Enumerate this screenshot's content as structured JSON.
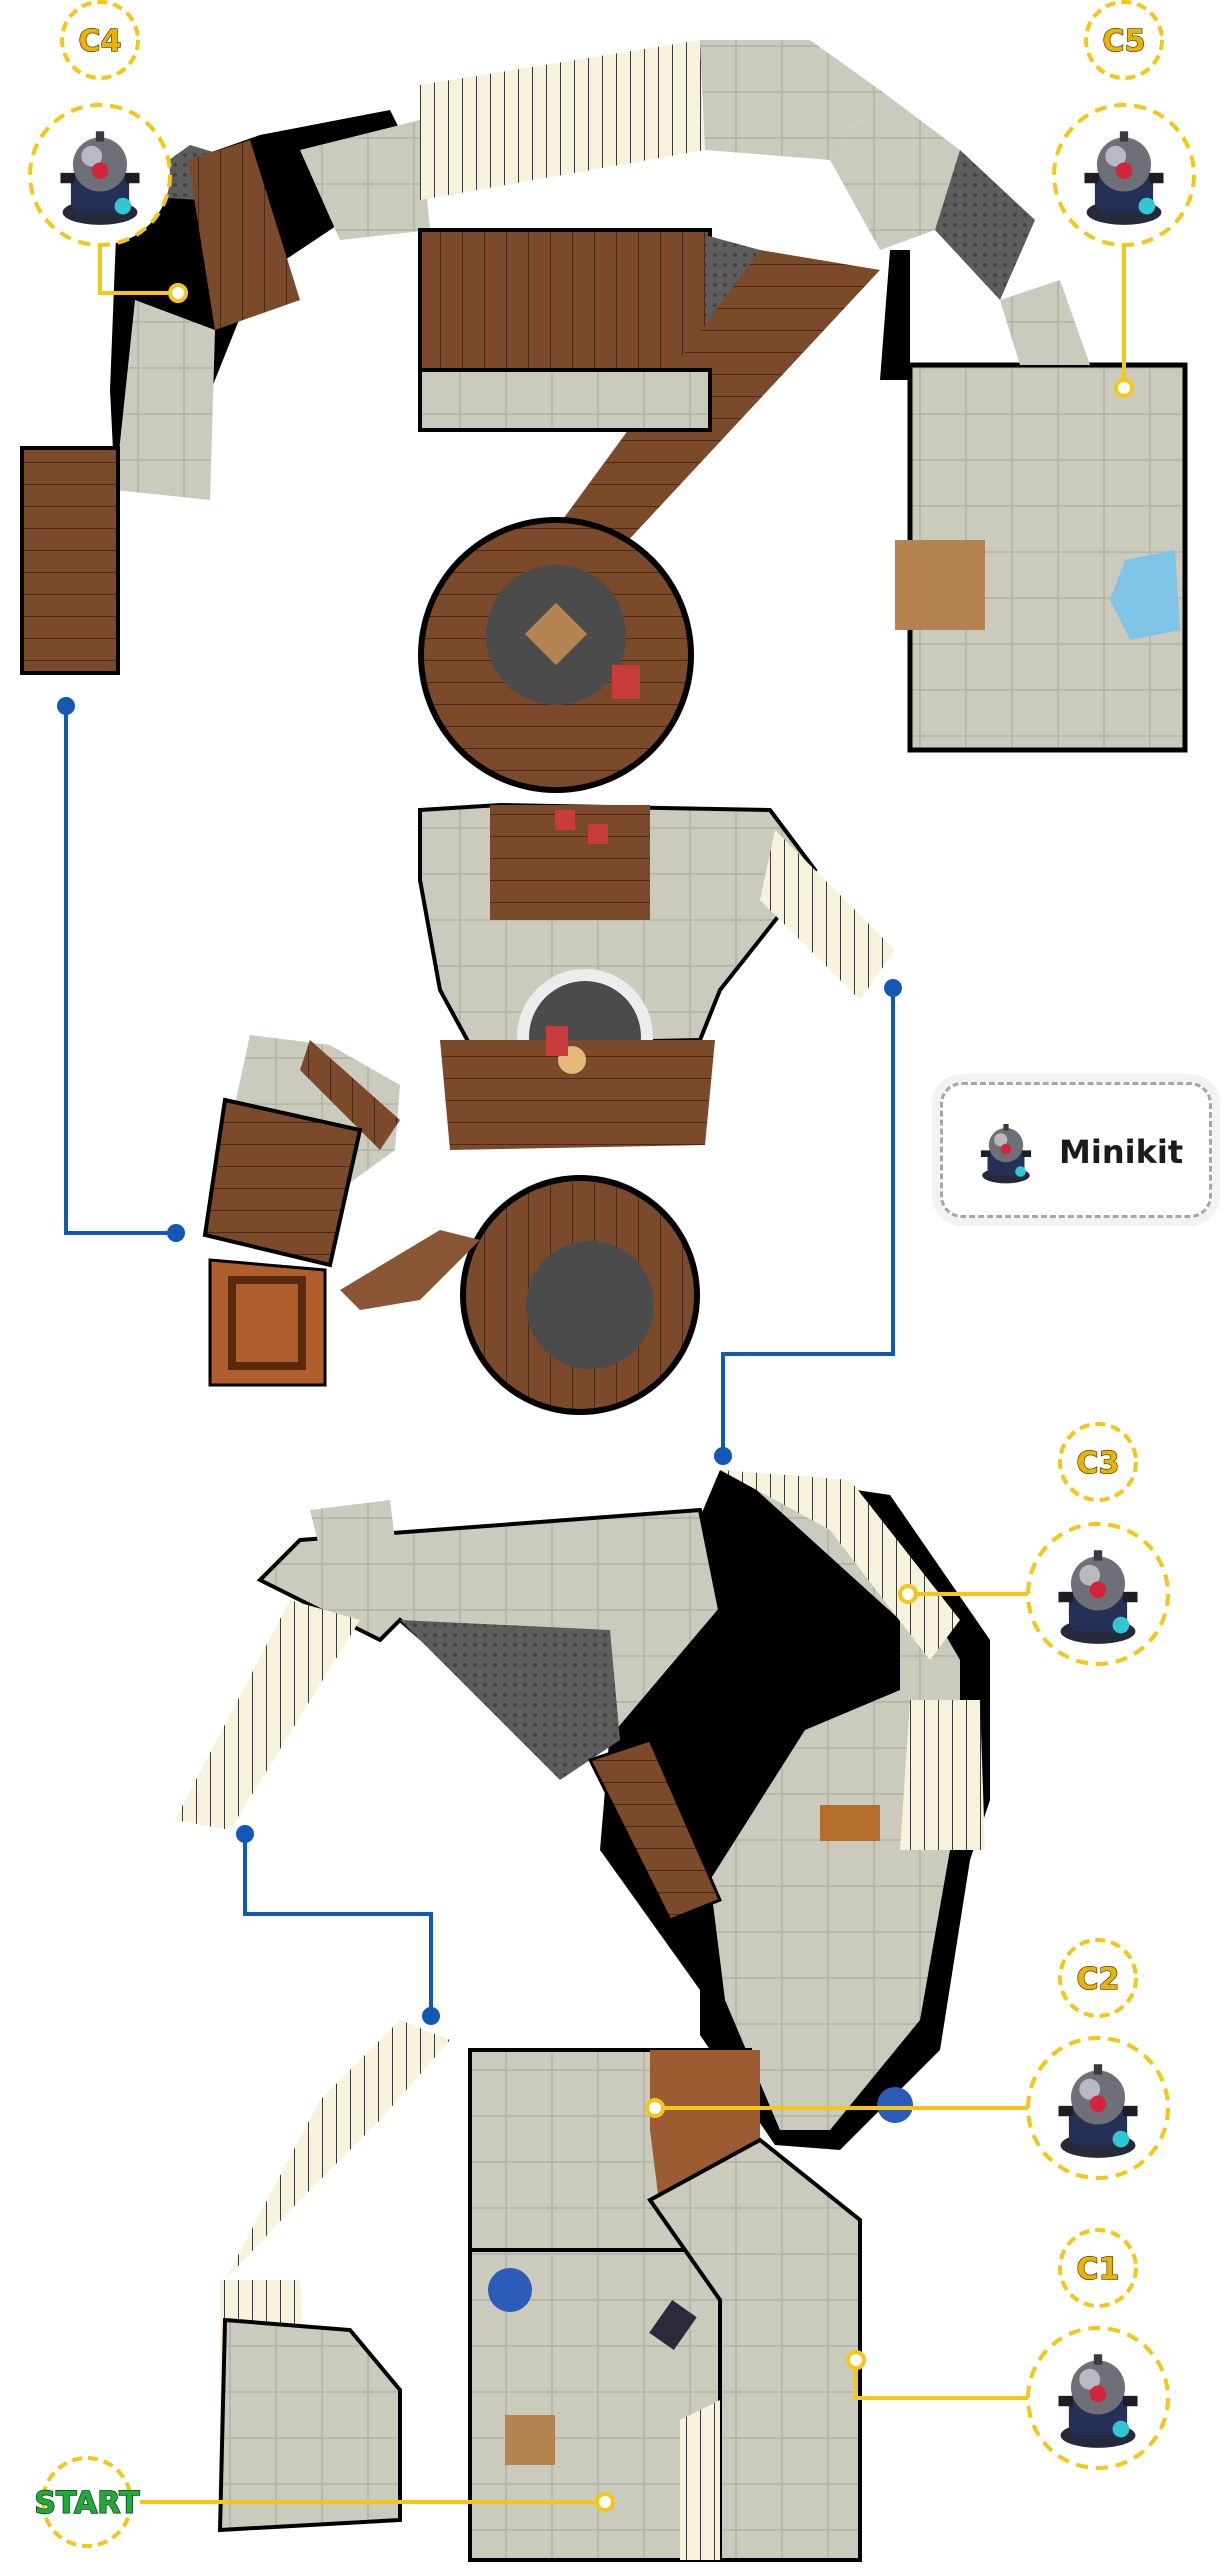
{
  "map": {
    "start_label": "START",
    "collectibles": [
      {
        "id": "c1",
        "label": "C1"
      },
      {
        "id": "c2",
        "label": "C2"
      },
      {
        "id": "c3",
        "label": "C3"
      },
      {
        "id": "c4",
        "label": "C4"
      },
      {
        "id": "c5",
        "label": "C5"
      }
    ],
    "legend": {
      "label": "Minikit",
      "icon": "minikit-icon"
    },
    "colors": {
      "floor_tile": "#c9c9bb",
      "wood": "#7a4a2c",
      "metal_grate": "#5c5c5c",
      "wall": "#000000",
      "stairs": "#f6f2dc",
      "badge_ring": "#f5c518",
      "collectible_line": "#f5c518",
      "path_line": "#1358b4",
      "start_text": "#1faa3a"
    }
  }
}
